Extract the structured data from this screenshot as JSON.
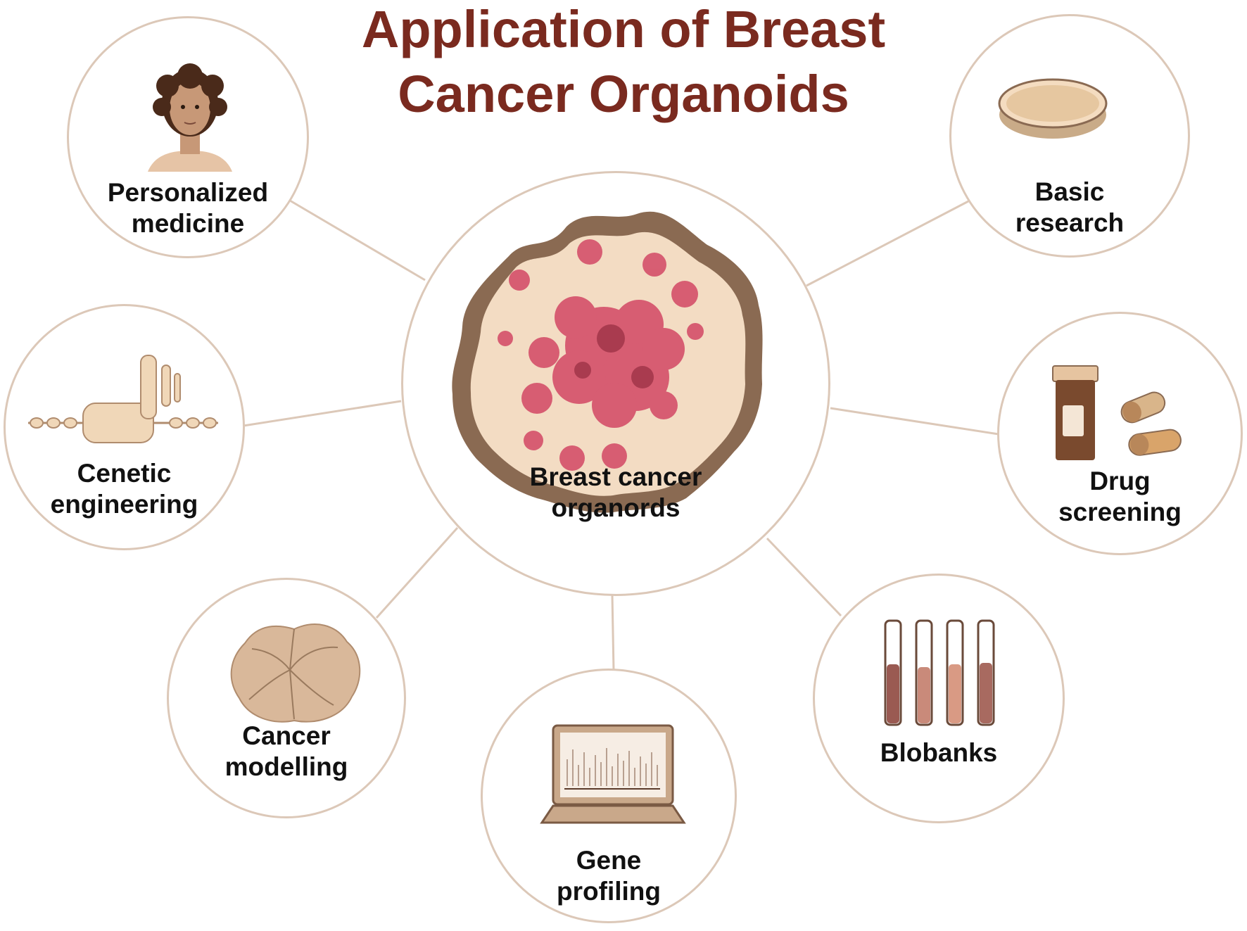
{
  "title": {
    "line1": "Application of Breast",
    "line2": "Cancer Organoids"
  },
  "center": {
    "line1": "Breast cancer",
    "line2": "organords"
  },
  "nodes": {
    "personalized": {
      "line1": "Personalized",
      "line2": "medicine"
    },
    "basic": {
      "line1": "Basic",
      "line2": "research"
    },
    "genetic": {
      "line1": "Cenetic",
      "line2": "engineering"
    },
    "drug": {
      "line1": "Drug",
      "line2": "screening"
    },
    "modelling": {
      "line1": "Cancer",
      "line2": "modelling"
    },
    "biobanks": {
      "line1": "Blobanks"
    },
    "gene": {
      "line1": "Gene",
      "line2": "profiling"
    }
  },
  "colors": {
    "title": "#7a2a1f",
    "ring": "#dcc8b8",
    "connector": "#dcc8b8",
    "organoid_rim": "#8a6a52",
    "organoid_fill": "#f3dcc3",
    "tumor": "#d4506a",
    "tube_dark": "#9a5a52",
    "tube_light": "#c98a7a"
  },
  "icons": {
    "personalized": "woman-portrait-icon",
    "basic": "petri-dish-icon",
    "genetic": "gene-editing-tool-icon",
    "drug": "pill-bottle-icon",
    "modelling": "organoid-sphere-icon",
    "biobanks": "test-tubes-icon",
    "gene": "laptop-icon"
  }
}
